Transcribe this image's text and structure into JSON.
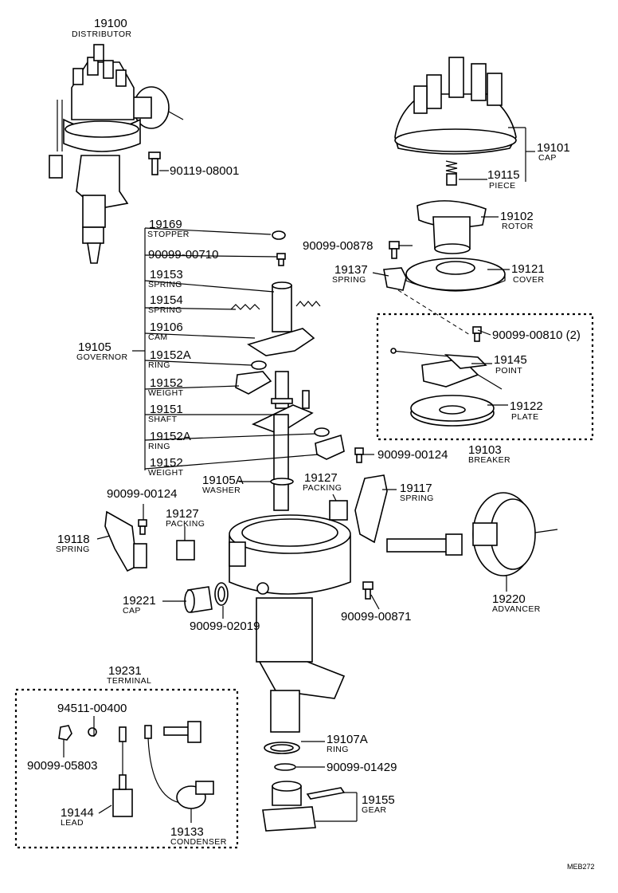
{
  "callouts": [
    {
      "id": "c19100",
      "number": "19100",
      "name": "DISTRIBUTOR"
    },
    {
      "id": "c90119",
      "number": "90119-08001",
      "name": ""
    },
    {
      "id": "c19101",
      "number": "19101",
      "name": "CAP"
    },
    {
      "id": "c19115",
      "number": "19115",
      "name": "PIECE"
    },
    {
      "id": "c19102",
      "number": "19102",
      "name": "ROTOR"
    },
    {
      "id": "c90099_00878",
      "number": "90099-00878",
      "name": ""
    },
    {
      "id": "c19121",
      "number": "19121",
      "name": "COVER"
    },
    {
      "id": "c19137",
      "number": "19137",
      "name": "SPRING"
    },
    {
      "id": "c90099_00810",
      "number": "90099-00810 (2)",
      "name": ""
    },
    {
      "id": "c19145",
      "number": "19145",
      "name": "POINT"
    },
    {
      "id": "c19122",
      "number": "19122",
      "name": "PLATE"
    },
    {
      "id": "c19103",
      "number": "19103",
      "name": "BREAKER"
    },
    {
      "id": "c19169",
      "number": "19169",
      "name": "STOPPER"
    },
    {
      "id": "c90099_00710",
      "number": "90099-00710",
      "name": ""
    },
    {
      "id": "c19153",
      "number": "19153",
      "name": "SPRING"
    },
    {
      "id": "c19154",
      "number": "19154",
      "name": "SPRING"
    },
    {
      "id": "c19106",
      "number": "19106",
      "name": "CAM"
    },
    {
      "id": "c19105",
      "number": "19105",
      "name": "GOVERNOR"
    },
    {
      "id": "c19152a_1",
      "number": "19152A",
      "name": "RING"
    },
    {
      "id": "c19152_1",
      "number": "19152",
      "name": "WEIGHT"
    },
    {
      "id": "c19151",
      "number": "19151",
      "name": "SHAFT"
    },
    {
      "id": "c19152a_2",
      "number": "19152A",
      "name": "RING"
    },
    {
      "id": "c19152_2",
      "number": "19152",
      "name": "WEIGHT"
    },
    {
      "id": "c90099_00124_r",
      "number": "90099-00124",
      "name": ""
    },
    {
      "id": "c19105a",
      "number": "19105A",
      "name": "WASHER"
    },
    {
      "id": "c19127_r",
      "number": "19127",
      "name": "PACKING"
    },
    {
      "id": "c19117",
      "number": "19117",
      "name": "SPRING"
    },
    {
      "id": "c90099_00124_l",
      "number": "90099-00124",
      "name": ""
    },
    {
      "id": "c19127_l",
      "number": "19127",
      "name": "PACKING"
    },
    {
      "id": "c19118",
      "number": "19118",
      "name": "SPRING"
    },
    {
      "id": "c19221",
      "number": "19221",
      "name": "CAP"
    },
    {
      "id": "c90099_02019",
      "number": "90099-02019",
      "name": ""
    },
    {
      "id": "c90099_00871",
      "number": "90099-00871",
      "name": ""
    },
    {
      "id": "c19220",
      "number": "19220",
      "name": "ADVANCER"
    },
    {
      "id": "c19231",
      "number": "19231",
      "name": "TERMINAL"
    },
    {
      "id": "c94511",
      "number": "94511-00400",
      "name": ""
    },
    {
      "id": "c90099_05803",
      "number": "90099-05803",
      "name": ""
    },
    {
      "id": "c19144",
      "number": "19144",
      "name": "LEAD"
    },
    {
      "id": "c19133",
      "number": "19133",
      "name": "CONDENSER"
    },
    {
      "id": "c19107a",
      "number": "19107A",
      "name": "RING"
    },
    {
      "id": "c90099_01429",
      "number": "90099-01429",
      "name": ""
    },
    {
      "id": "c19155",
      "number": "19155",
      "name": "GEAR"
    }
  ],
  "figure_code": "MEB272"
}
